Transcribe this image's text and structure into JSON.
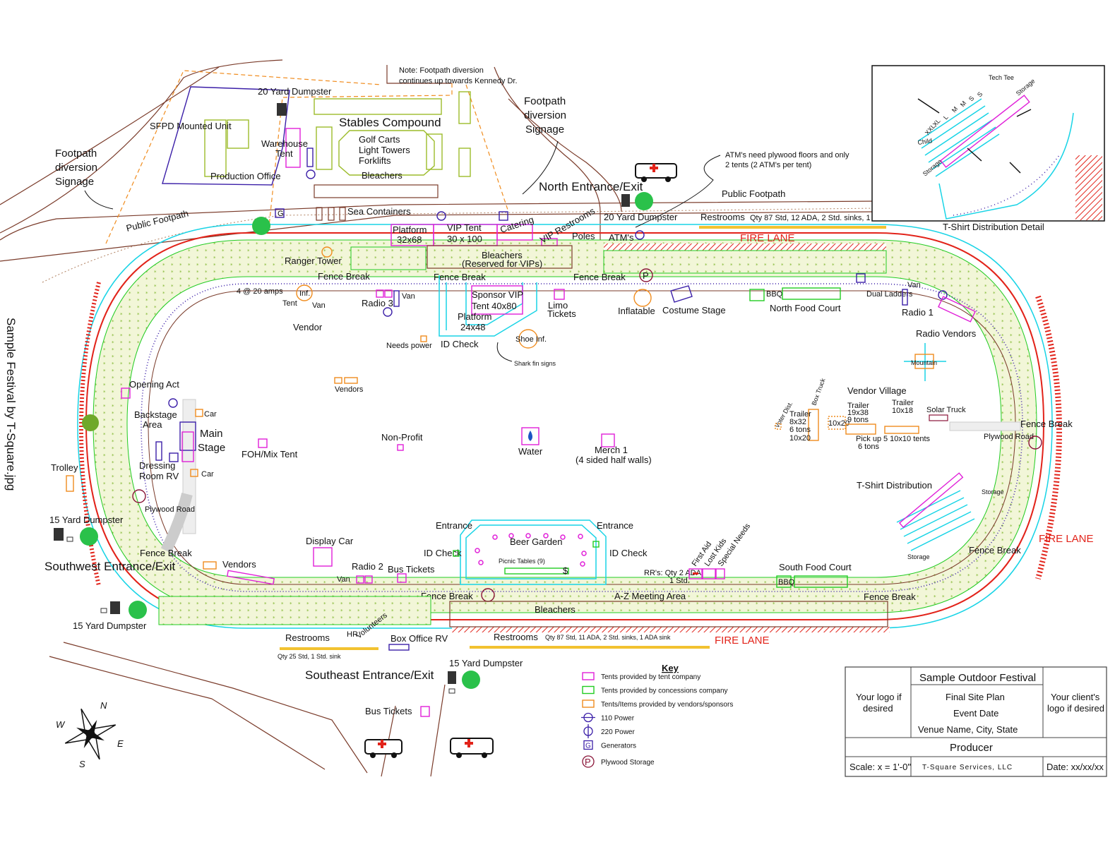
{
  "side_caption": "Sample Festival by T-Square.jpg",
  "map_labels": {
    "note_footpath": [
      "Note: Footpath diversion",
      "continues up towards Kennedy Dr."
    ],
    "yard20_dumpster_top": "20 Yard Dumpster",
    "sfpd": "SFPD Mounted Unit",
    "stables": "Stables Compound",
    "golf": [
      "Golf Carts",
      "Light Towers",
      "Forklifts"
    ],
    "warehouse": [
      "Warehouse",
      "Tent"
    ],
    "production_office": "Production Office",
    "bleachers_top": "Bleachers",
    "footpath_signage_left": [
      "Footpath",
      "diversion",
      "Signage"
    ],
    "footpath_signage_top": [
      "Footpath",
      "diversion",
      "Signage"
    ],
    "public_footpath_left": "Public Footpath",
    "public_footpath_right": "Public Footpath",
    "sea_containers": "Sea Containers",
    "north_entrance": "North Entrance/Exit",
    "atm_note": [
      "ATM's need plywood floors and only",
      "2 tents (2 ATM's per tent)"
    ],
    "yard20_dumpster_north": "20 Yard Dumpster",
    "restrooms_north": "Restrooms",
    "restrooms_north_qty": "Qty 87 Std, 12 ADA, 2 Std. sinks, 1 ADA sink",
    "fire_lane_north": "FIRE LANE",
    "fire_lane_east": "FIRE LANE",
    "fire_lane_south": "FIRE LANE",
    "platform_3268": [
      "Platform",
      "32x68"
    ],
    "vip_tent": [
      "VIP Tent",
      "30 x 100"
    ],
    "catering": "Catering",
    "vip_restrooms": "VIP Restrooms",
    "poles": "Poles",
    "atms": "ATM's",
    "bleachers_vip": [
      "Bleachers",
      "(Reserved for VIPs)"
    ],
    "ranger_tower": "Ranger Tower",
    "fence_break_1": "Fence Break",
    "fence_break_2": "Fence Break",
    "fence_break_3": "Fence Break",
    "fence_break_east": "Fence Break",
    "fence_break_se": "Fence Break",
    "fence_break_south_r": "Fence Break",
    "fence_break_south_l": "Fence Break",
    "fence_break_sw": "Fence Break",
    "amps": "4 @ 20 amps",
    "inf": "Inf.",
    "tent": "Tent",
    "van": "Van",
    "vendor": "Vendor",
    "radio3": "Radio 3",
    "sponsor_vip": [
      "Sponsor VIP",
      "Tent  40x80"
    ],
    "platform_2448": [
      "Platform",
      "24x48"
    ],
    "limo": [
      "Limo",
      "Tickets"
    ],
    "shoe_inf": "Shoe Inf.",
    "needs_power": "Needs power",
    "id_check_top": "ID Check",
    "shark_fin": "Shark fin signs",
    "inflatable": "Inflatable",
    "costume_stage": "Costume Stage",
    "bbq": "BBQ",
    "north_food_court": "North Food Court",
    "dual_ladders": "Dual Ladders",
    "radio1": "Radio 1",
    "radio_vendors": "Radio Vendors",
    "mountain": "Mountain",
    "vendor_village": "Vendor Village",
    "voter_dist": "Voter Dist.",
    "box_truck": "Box Truck",
    "trailer_832": [
      "Trailer",
      "8x32",
      "6 tons"
    ],
    "size_10x20_a": "10x20",
    "size_10x20_b": "10x20",
    "trailer_1938": [
      "Trailer",
      "19x38",
      "9 tons"
    ],
    "trailer_1018": [
      "Trailer",
      "10x18"
    ],
    "pickup": [
      "Pick up",
      "6 tons"
    ],
    "tents_10x10": "5 10x10 tents",
    "solar_truck": "Solar Truck",
    "plywood_road_east": "Plywood Road",
    "plywood_road_west": "Plywood Road",
    "vendors_mid": "Vendors",
    "opening_act": "Opening Act",
    "backstage": [
      "Backstage",
      "Area"
    ],
    "main_stage": [
      "Main",
      "Stage"
    ],
    "car": "Car",
    "dressing_room": [
      "Dressing",
      "Room RV"
    ],
    "fohmix": "FOH/Mix Tent",
    "nonprofit": "Non-Profit",
    "water": "Water",
    "merch": [
      "Merch 1",
      "(4 sided half walls)"
    ],
    "trolley": "Trolley",
    "tshirt_dist": "T-Shirt Distribution",
    "storage": "Storage",
    "yard15_dumpster_w": "15 Yard Dumpster",
    "sw_entrance": "Southwest Entrance/Exit",
    "vendors_sw": "Vendors",
    "display_car": "Display Car",
    "radio2": "Radio 2",
    "bus_tickets_in": "Bus Tickets",
    "entrance": "Entrance",
    "beer_garden": "Beer Garden",
    "picnic": "Picnic Tables (9)",
    "id_check": "ID Check",
    "dollar": "$",
    "rrs": [
      "RR's: Qty 2 ADA",
      "1 Std."
    ],
    "first_aid": "First Aid",
    "lost_kids": "Lost Kids",
    "special_needs": "Special Needs",
    "south_food_court": "South Food Court",
    "az": "A-Z Meeting Area",
    "bleachers_south": "Bleachers",
    "yard15_dumpster_sw": "15 Yard Dumpster",
    "restrooms_sw": "Restrooms",
    "restrooms_sw_qty": "Qty 25 Std, 1 Std. sink",
    "hr": "HR",
    "volunteers": "Volunteers",
    "box_office": "Box Office RV",
    "restrooms_south": "Restrooms",
    "restrooms_south_qty": "Qty 87 Std, 11 ADA, 2 Std. sinks, 1 ADA sink",
    "yard15_dumpster_s": "15 Yard Dumpster",
    "se_entrance": "Southeast Entrance/Exit",
    "bus_tickets_out": "Bus Tickets",
    "tshirt_detail": "T-Shirt Distribution Detail",
    "detail_sizes": [
      "Child",
      "XXL",
      "XL",
      "L",
      "M",
      "M",
      "S",
      "S",
      "Tech Tee"
    ],
    "compass": [
      "N",
      "E",
      "S",
      "W"
    ]
  },
  "key": {
    "title": "Key",
    "items": [
      {
        "label": "Tents provided by tent company",
        "color": "#e020d8",
        "symbol": "rect"
      },
      {
        "label": "Tents provided by concessions company",
        "color": "#22cc22",
        "symbol": "rect"
      },
      {
        "label": "Tents/Items provided by vendors/sponsors",
        "color": "#f08c1e",
        "symbol": "rect"
      },
      {
        "label": "110 Power",
        "color": "#3b1fa8",
        "symbol": "power110"
      },
      {
        "label": "220 Power",
        "color": "#3b1fa8",
        "symbol": "power220"
      },
      {
        "label": "Generators",
        "color": "#3b1fa8",
        "symbol": "gen"
      },
      {
        "label": "Plywood Storage",
        "color": "#8a1438",
        "symbol": "plywood"
      }
    ]
  },
  "title_block": {
    "logo_left": [
      "Your logo if",
      "desired"
    ],
    "title": "Sample Outdoor Festival",
    "subtitle1": "Final Site Plan",
    "subtitle2": "Event Date",
    "subtitle3": "Venue Name, City, State",
    "logo_right": [
      "Your client's",
      "logo if desired"
    ],
    "producer": "Producer",
    "scale": "Scale: x = 1'-0\"",
    "company": "T-Square Services, LLC",
    "date": "Date: xx/xx/xx"
  },
  "symbols": {
    "generator": "G",
    "plywood": "P"
  },
  "colors": {
    "fire_lane": "#e2231a",
    "fence": "#3b1fa8",
    "cyan_line": "#19d4e6",
    "green_fill": "#8fc43c"
  }
}
